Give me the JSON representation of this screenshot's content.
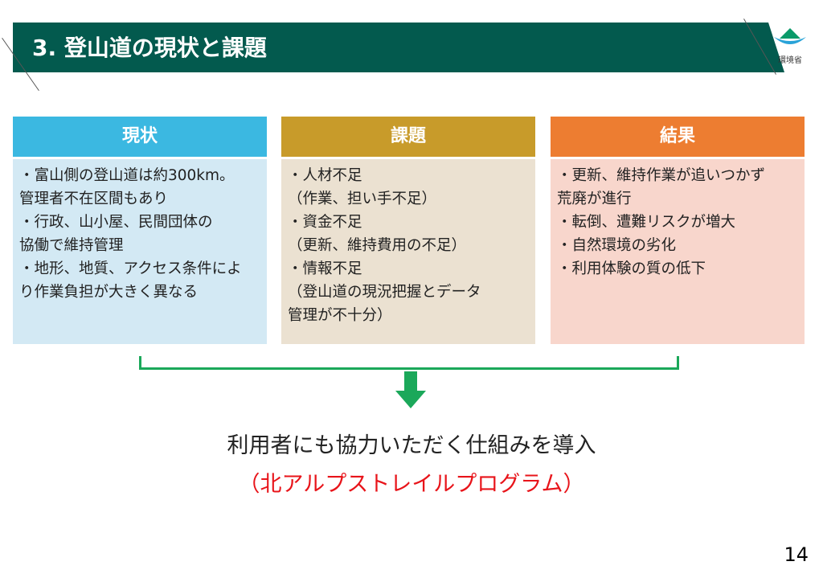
{
  "header": {
    "title": "3. 登山道の現状と課題",
    "logo_text": "環境省"
  },
  "columns": [
    {
      "title": "現状",
      "head_color": "#3bb8e1",
      "body_color": "#d3e9f4",
      "lines": [
        "・富山側の登山道は約300km。",
        "管理者不在区間もあり",
        "・行政、山小屋、民間団体の",
        "協働で維持管理",
        "・地形、地質、アクセス条件によ",
        "り作業負担が大きく異なる"
      ]
    },
    {
      "title": "課題",
      "head_color": "#c89b2a",
      "body_color": "#ebe1d1",
      "lines": [
        "・人材不足",
        "（作業、担い手不足）",
        "・資金不足",
        "（更新、維持費用の不足）",
        "・情報不足",
        "（登山道の現況把握とデータ",
        "管理が不十分）"
      ]
    },
    {
      "title": "結果",
      "head_color": "#ed7d31",
      "body_color": "#f8d6cc",
      "lines": [
        "・更新、維持作業が追いつかず",
        "荒廃が進行",
        "・転倒、遭難リスクが増大",
        "・自然環境の劣化",
        "・利用体験の質の低下"
      ]
    }
  ],
  "conclusion": {
    "main": "利用者にも協力いただく仕組みを導入",
    "sub": "（北アルプストレイルプログラム）"
  },
  "page_number": "14"
}
